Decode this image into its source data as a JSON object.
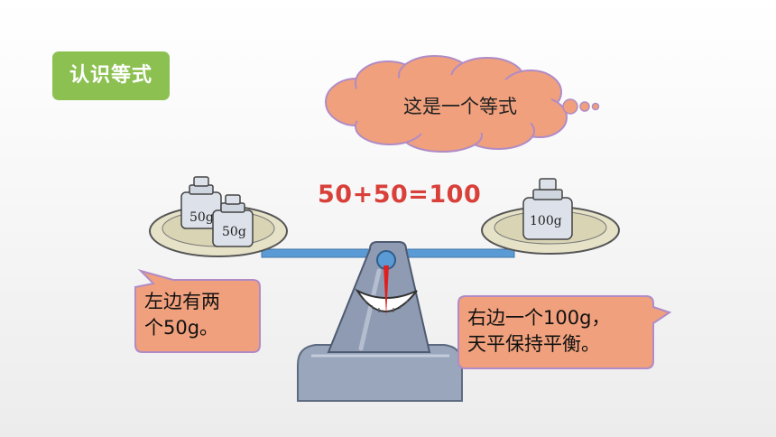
{
  "badge": {
    "label": "认识等式"
  },
  "thought": {
    "text": "这是一个等式"
  },
  "equation": {
    "text": "50+50=100"
  },
  "weights": {
    "left_back": "50g",
    "left_front": "50g",
    "right": "100g"
  },
  "speech_left": {
    "line1": "左边有两",
    "line2": "个50g。"
  },
  "speech_right": {
    "line1": "右边一个100g，",
    "line2": "天平保持平衡。"
  },
  "colors": {
    "badge": "#8cc152",
    "bubble": "#f0a07c",
    "bubble_border": "#b08bc6",
    "equation": "#d9403a",
    "beam": "#5b9bd5",
    "scale_body": "#8e9bb3",
    "needle": "#e02020"
  }
}
